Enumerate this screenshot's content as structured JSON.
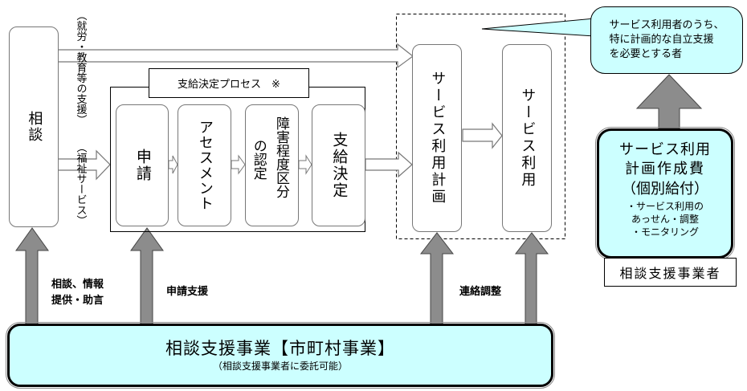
{
  "left_column": {
    "consult_box": "相談",
    "label_employment": "（就労・教育等の支援）",
    "label_welfare": "（福祉サービス）"
  },
  "process": {
    "title": "支給決定プロセス　※",
    "steps": [
      "申請",
      "アセスメント",
      "障害程度区分の認定",
      "支給決定"
    ],
    "step3_lines": [
      "障害程度区分",
      "の認定"
    ]
  },
  "service": {
    "plan": "サービス利用計画",
    "use": "サービス利用"
  },
  "callout": {
    "text": "サービス利用者のうち、\n特に計画的な自立支援\nを必要とする者"
  },
  "right_panel": {
    "title_line1": "サービス利用",
    "title_line2": "計画作成費",
    "title_line3": "（個別給付）",
    "bullets": "・サービス利用の\nあっせん・調整\n・モニタリング",
    "provider": "相談支援事業者"
  },
  "arrow_labels": {
    "consult_info": "相談、情報\n提供・助言",
    "application_support": "申請支援",
    "coordination": "連絡調整"
  },
  "bottom": {
    "title": "相談支援事業【市町村事業】",
    "subtitle": "（相談支援事業者に委託可能）"
  },
  "colors": {
    "teal_fill": "#ccffff",
    "arrow_gray": "#8c8c8c",
    "border_dark": "#000000"
  }
}
